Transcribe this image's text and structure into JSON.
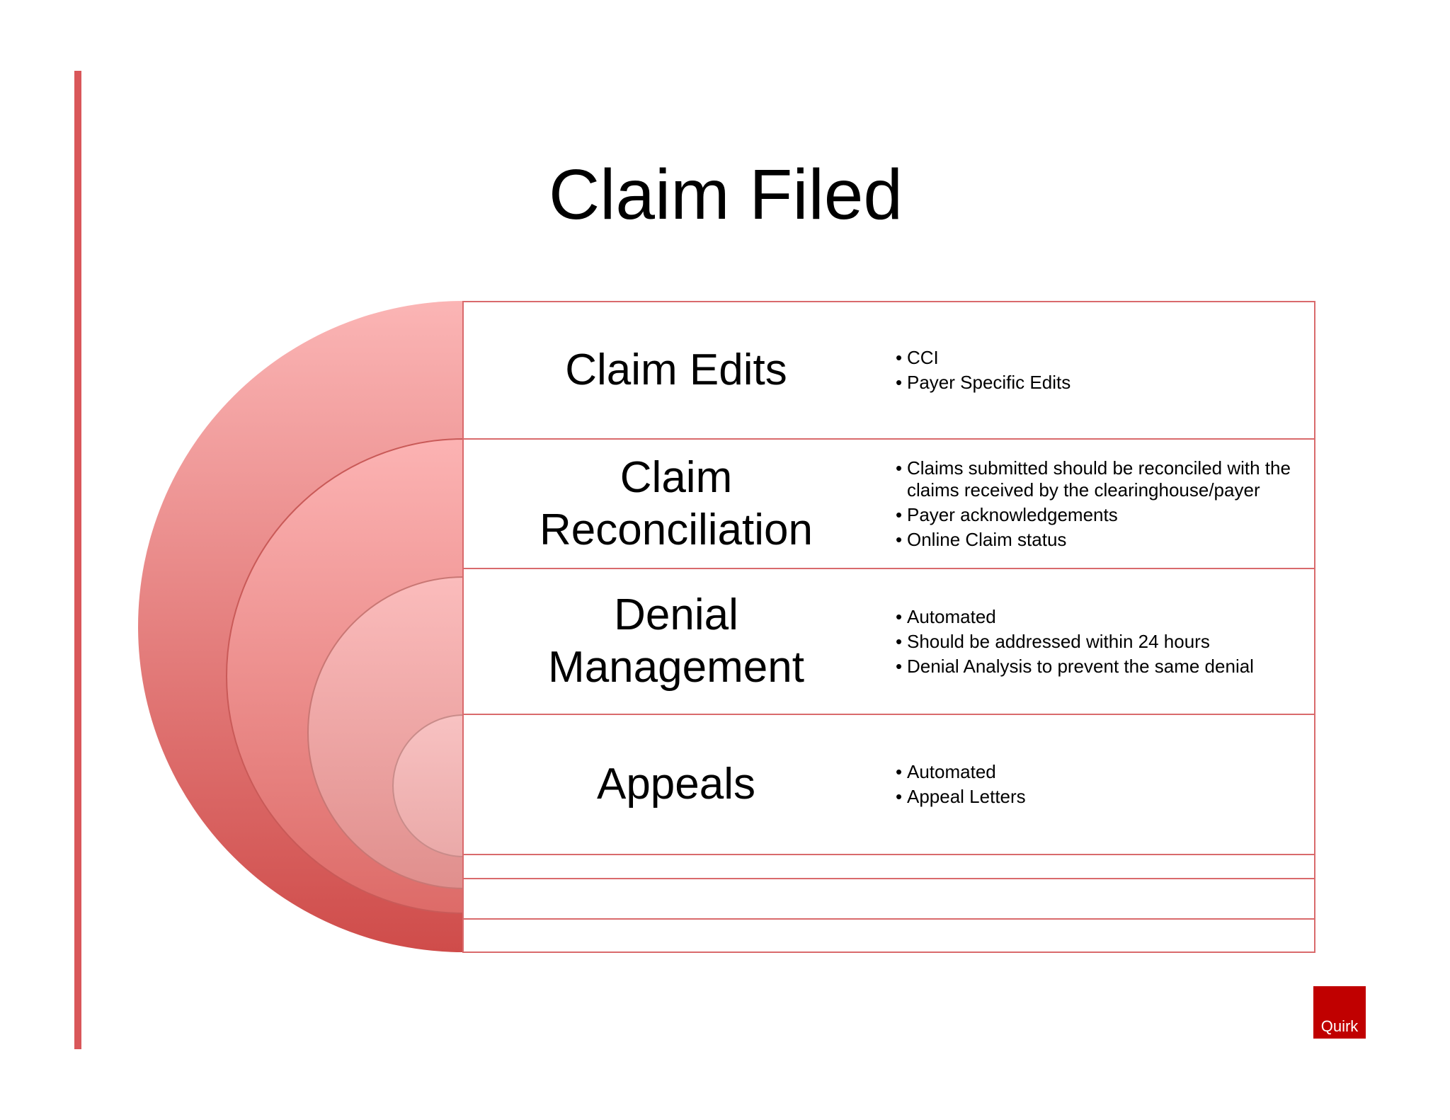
{
  "title": "Claim Filed",
  "rows": [
    {
      "label": "Claim Edits",
      "bullets": [
        "CCI",
        "Payer Specific Edits"
      ]
    },
    {
      "label": "Claim\nReconciliation",
      "bullets": [
        "Claims submitted should be reconciled with the claims received by the clearinghouse/payer",
        "Payer acknowledgements",
        "Online Claim status"
      ]
    },
    {
      "label": "Denial\nManagement",
      "bullets": [
        "Automated",
        "Should be addressed within 24 hours",
        "Denial Analysis to prevent the same denial"
      ]
    },
    {
      "label": "Appeals",
      "bullets": [
        "Automated",
        "Appeal Letters"
      ]
    }
  ],
  "logo": "Quirk",
  "colors": {
    "accent": "#d9575a",
    "arc_outer": "#d0504f",
    "arc_light": "#f9b3b3",
    "logo_bg": "#c00000"
  }
}
